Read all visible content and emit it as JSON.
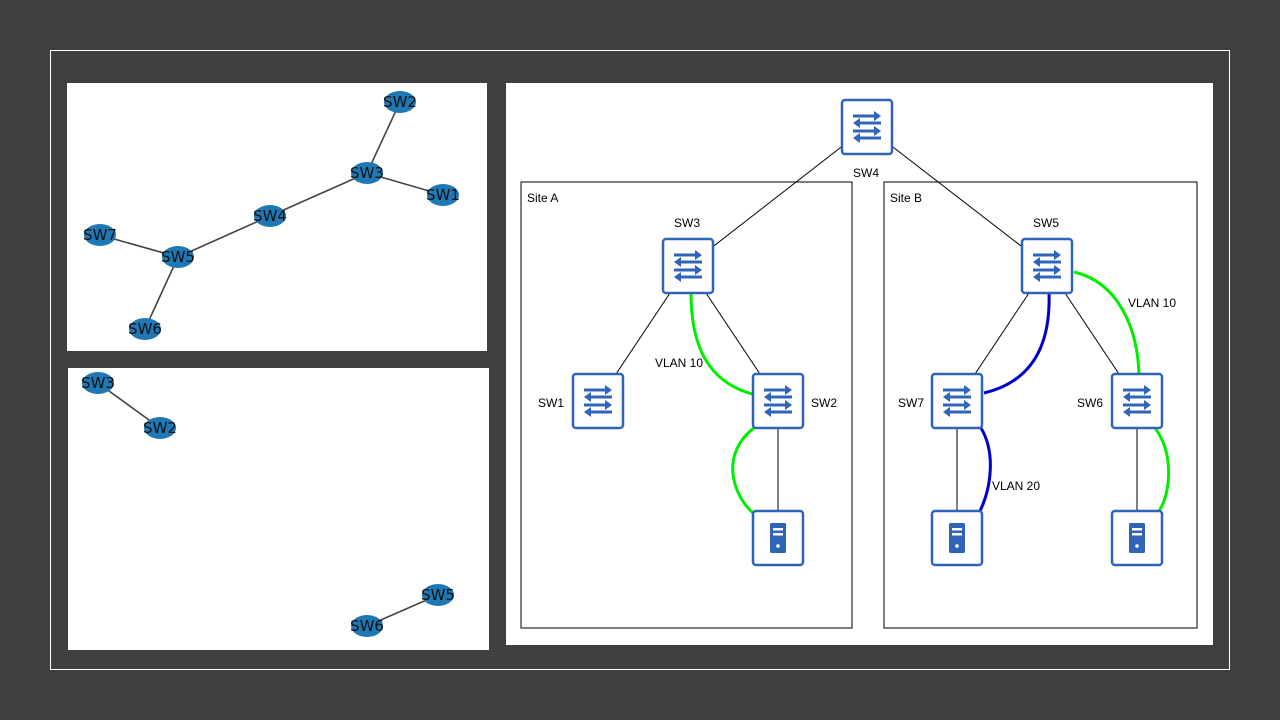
{
  "graph_top": {
    "nodes": [
      {
        "id": "SW2",
        "label": "SW2"
      },
      {
        "id": "SW3",
        "label": "SW3"
      },
      {
        "id": "SW1",
        "label": "SW1"
      },
      {
        "id": "SW4",
        "label": "SW4"
      },
      {
        "id": "SW7",
        "label": "SW7"
      },
      {
        "id": "SW5",
        "label": "SW5"
      },
      {
        "id": "SW6",
        "label": "SW6"
      }
    ],
    "edges": [
      [
        "SW3",
        "SW2"
      ],
      [
        "SW3",
        "SW1"
      ],
      [
        "SW3",
        "SW4"
      ],
      [
        "SW4",
        "SW5"
      ],
      [
        "SW5",
        "SW7"
      ],
      [
        "SW5",
        "SW6"
      ]
    ]
  },
  "graph_bottom": {
    "nodes": [
      {
        "id": "SW3",
        "label": "SW3"
      },
      {
        "id": "SW2",
        "label": "SW2"
      },
      {
        "id": "SW5",
        "label": "SW5"
      },
      {
        "id": "SW6",
        "label": "SW6"
      }
    ],
    "edges": [
      [
        "SW3",
        "SW2"
      ],
      [
        "SW5",
        "SW6"
      ]
    ]
  },
  "topology": {
    "sites": [
      {
        "id": "site-a",
        "label": "Site A"
      },
      {
        "id": "site-b",
        "label": "Site B"
      }
    ],
    "devices": [
      {
        "id": "SW4",
        "label": "SW4",
        "kind": "switch"
      },
      {
        "id": "SW3",
        "label": "SW3",
        "kind": "switch"
      },
      {
        "id": "SW1",
        "label": "SW1",
        "kind": "switch"
      },
      {
        "id": "SW2",
        "label": "SW2",
        "kind": "switch"
      },
      {
        "id": "SW5",
        "label": "SW5",
        "kind": "switch"
      },
      {
        "id": "SW7",
        "label": "SW7",
        "kind": "switch"
      },
      {
        "id": "SW6",
        "label": "SW6",
        "kind": "switch"
      },
      {
        "id": "SRV-A",
        "label": "",
        "kind": "server"
      },
      {
        "id": "SRV-B1",
        "label": "",
        "kind": "server"
      },
      {
        "id": "SRV-B2",
        "label": "",
        "kind": "server"
      }
    ],
    "links": [
      [
        "SW4",
        "SW3"
      ],
      [
        "SW4",
        "SW5"
      ],
      [
        "SW3",
        "SW1"
      ],
      [
        "SW3",
        "SW2"
      ],
      [
        "SW2",
        "SRV-A"
      ],
      [
        "SW5",
        "SW7"
      ],
      [
        "SW5",
        "SW6"
      ],
      [
        "SW7",
        "SRV-B1"
      ],
      [
        "SW6",
        "SRV-B2"
      ]
    ],
    "vlans": [
      {
        "id": "vlan10-a",
        "label": "VLAN 10",
        "color": "#00ee00"
      },
      {
        "id": "vlan20-b",
        "label": "VLAN 20",
        "color": "#0000cc"
      },
      {
        "id": "vlan10-b",
        "label": "VLAN 10",
        "color": "#00ee00"
      }
    ]
  },
  "colors": {
    "background": "#404040",
    "nx_node": "#1f77b4",
    "switch_border": "#2f64b9",
    "vlan10": "#00ee00",
    "vlan20": "#0000cc"
  }
}
